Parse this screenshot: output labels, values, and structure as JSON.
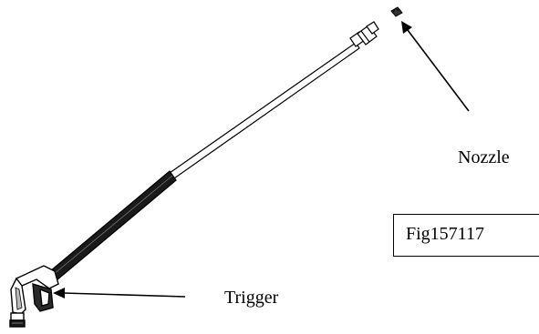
{
  "labels": {
    "nozzle": "Nozzle",
    "trigger": "Trigger",
    "figure_id": "Fig157117"
  },
  "colors": {
    "ink": "#000000",
    "wand_fill": "#ffffff",
    "grip_fill": "#1a1a1a"
  },
  "icons": {
    "wand": "pressure-washer-wand-icon",
    "gun": "spray-gun-icon",
    "nozzle": "nozzle-tip-icon"
  }
}
